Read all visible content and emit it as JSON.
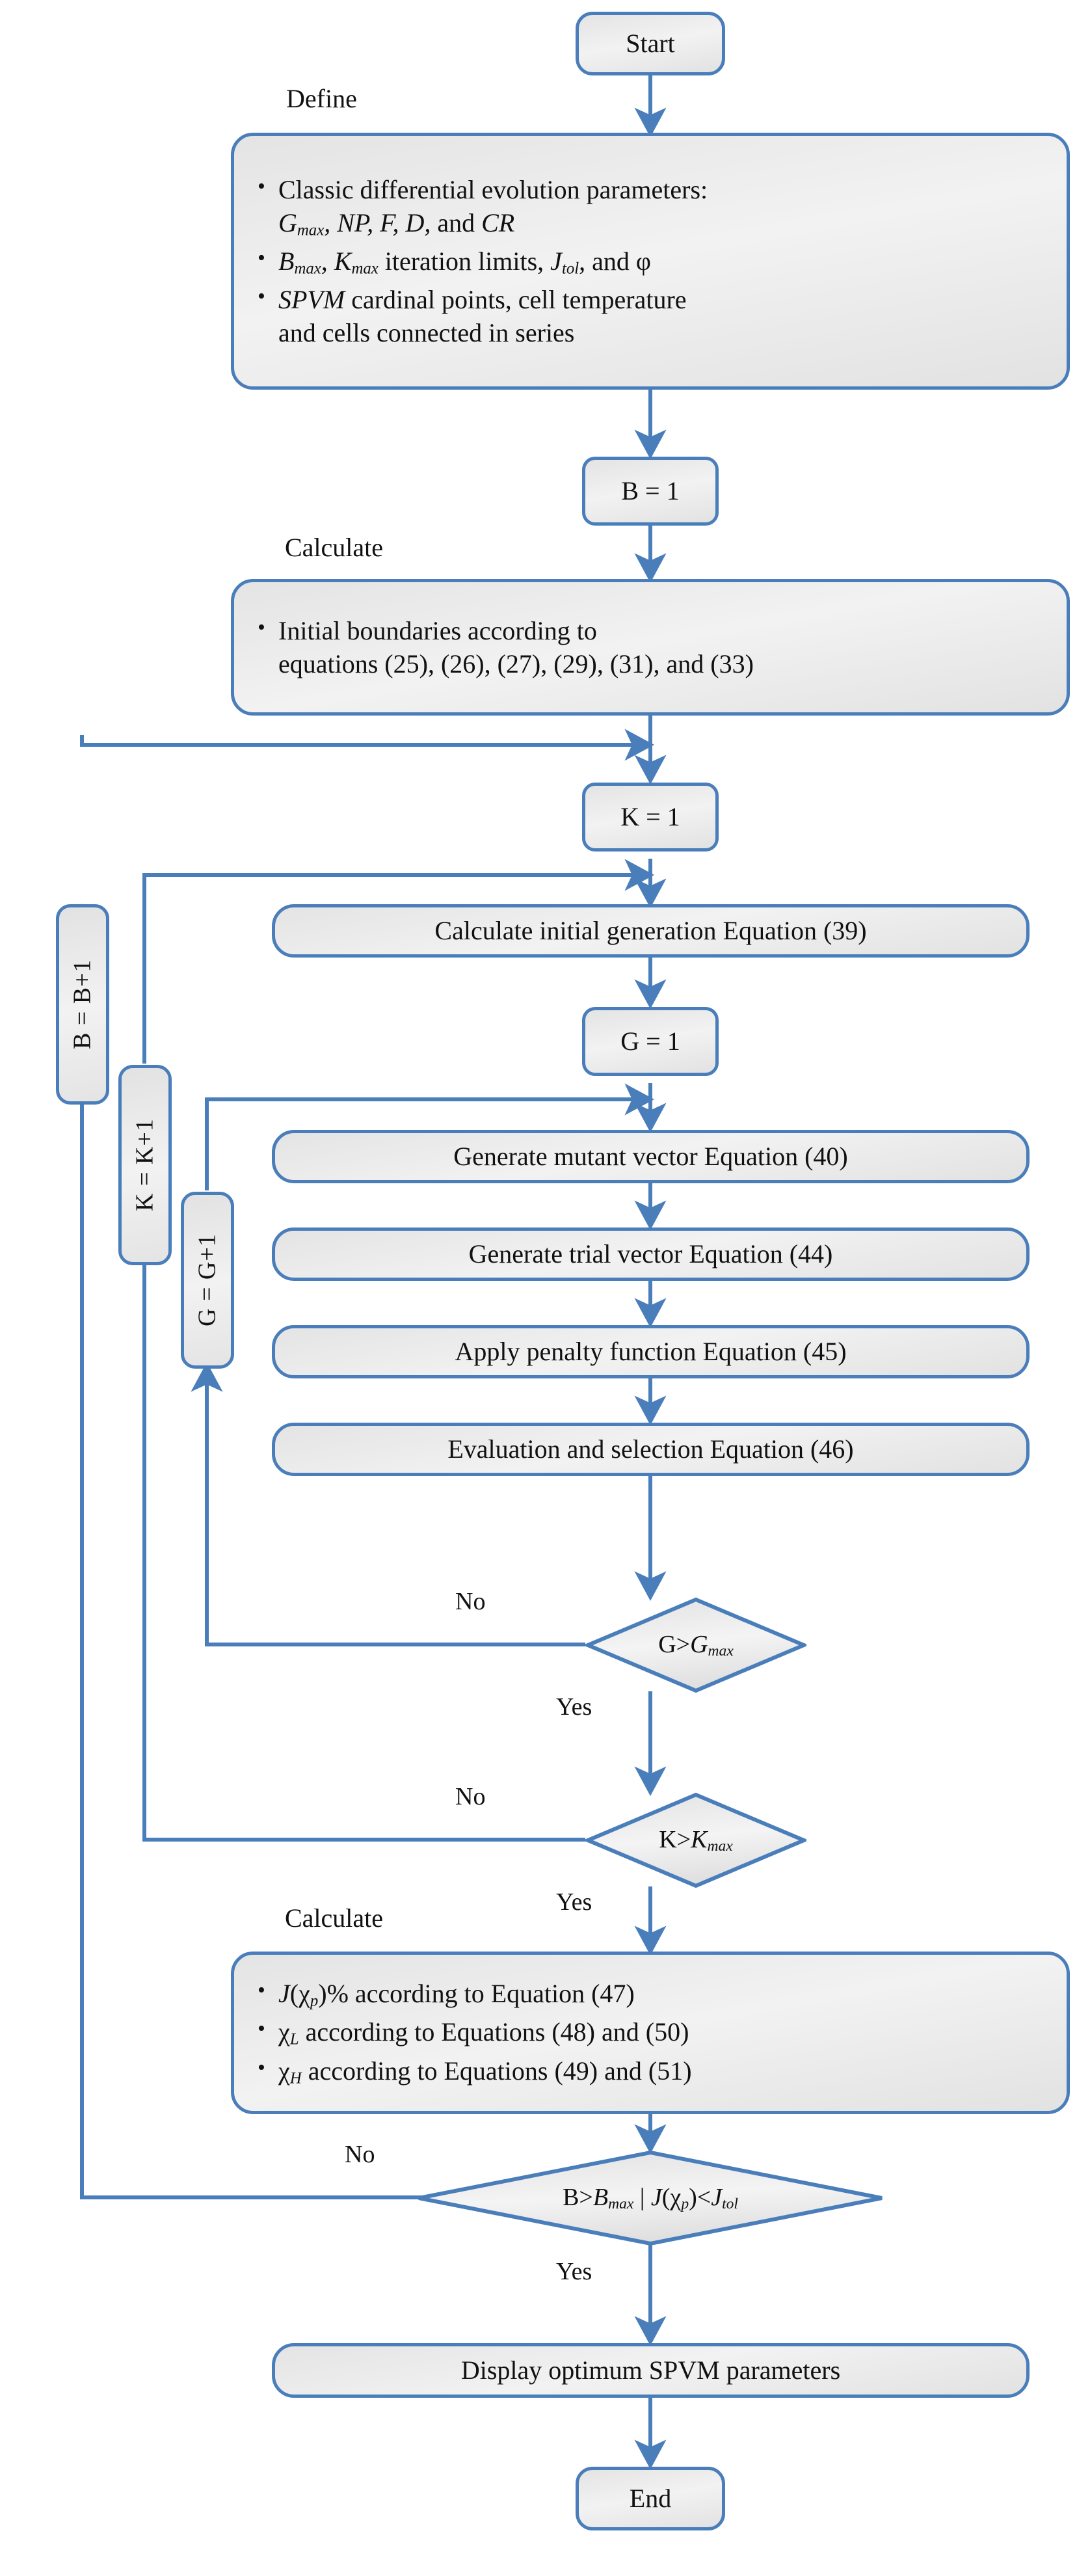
{
  "diagram": {
    "title": "Differential evolution SPVM parameter extraction flowchart",
    "accent_color": "#4a7ebb",
    "node_fill": "#e8e8e8",
    "text_color": "#111111"
  },
  "nodes": {
    "start": "Start",
    "end": "End",
    "b_init": "B = 1",
    "k_init": "K = 1",
    "g_init": "G = 1",
    "b_inc": "B = B+1",
    "k_inc": "K = K+1",
    "g_inc": "G = G+1",
    "calc_initial_generation": "Calculate initial generation Equation (39)",
    "generate_mutant": "Generate mutant vector Equation (40)",
    "generate_trial": "Generate trial vector Equation (44)",
    "apply_penalty": "Apply penalty function Equation (45)",
    "evaluation_selection": "Evaluation and selection Equation (46)",
    "display_optimum": "Display optimum SPVM parameters"
  },
  "captions": {
    "define": "Define",
    "calculate_boundaries": "Calculate",
    "calculate_results": "Calculate"
  },
  "define_panel": {
    "bullets": [
      {
        "line1_pre": "Classic differential evolution parameters:",
        "line2": "Gmax, NP, F, D, and CR"
      },
      {
        "text": "Bmax, Kmax iteration limits, Jtol, and φ"
      },
      {
        "line1": "SPVM cardinal points, cell temperature",
        "line2": "and cells connected in series"
      }
    ]
  },
  "boundaries_panel": {
    "line1": "Initial boundaries according to",
    "line2": "equations (25), (26), (27), (29), (31), and (33)"
  },
  "results_panel": {
    "bullets": [
      "J(χp)% according to Equation (47)",
      "χL according to Equations (48) and (50)",
      "χH according to Equations (49) and (51)"
    ]
  },
  "decisions": {
    "g_check": {
      "condition": "G>Gmax",
      "no_label": "No",
      "yes_label": "Yes"
    },
    "k_check": {
      "condition": "K>Kmax",
      "no_label": "No",
      "yes_label": "Yes"
    },
    "b_check": {
      "condition": "B>Bmax | J(χp)<Jtol",
      "no_label": "No",
      "yes_label": "Yes"
    }
  }
}
